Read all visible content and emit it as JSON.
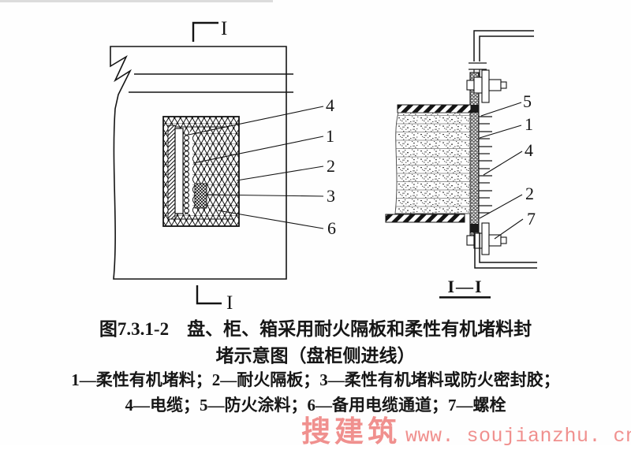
{
  "colors": {
    "ink": "#141414",
    "watermark_pink": "#f0908e",
    "scan_artifact_gray": "#c9c9c9"
  },
  "left_figure": {
    "description": "front view of panel with sealed opening",
    "section_mark_top": "I",
    "section_mark_bottom": "I",
    "callout_labels": [
      "4",
      "1",
      "2",
      "3",
      "6"
    ]
  },
  "right_figure": {
    "description": "section view I-I with bolted fire board and cables",
    "section_title": "I—I",
    "callout_labels": [
      "5",
      "1",
      "4",
      "2",
      "7"
    ]
  },
  "caption": {
    "line1": "图7.3.1-2　盘、柜、箱采用耐火隔板和柔性有机堵料封",
    "line2": "堵示意图（盘柜侧进线）"
  },
  "legend": {
    "line1": "1—柔性有机堵料；2—耐火隔板；3—柔性有机堵料或防火密封胶；",
    "line2": "4—电缆；5—防火涂料；6—备用电缆通道；7—螺栓"
  },
  "watermark": {
    "name": "搜建筑",
    "url": "www. soujianzhu. cn"
  }
}
